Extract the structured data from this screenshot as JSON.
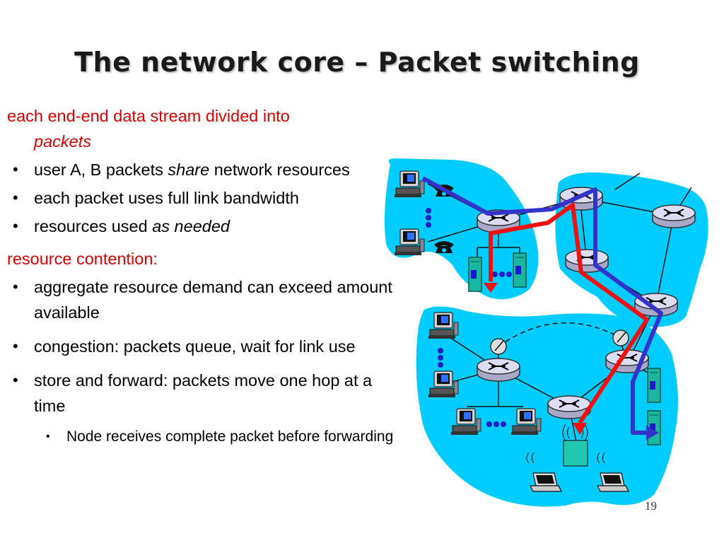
{
  "slide": {
    "title": "The network core – Packet switching",
    "page_number": "19"
  },
  "content": {
    "heading1_line1": "each end-end data stream divided into",
    "heading1_line2": "packets",
    "bullets1": [
      {
        "pre": "user A, B packets ",
        "em": "share",
        "post": " network resources"
      },
      {
        "pre": "each packet uses full link bandwidth",
        "em": "",
        "post": ""
      },
      {
        "pre": "resources used ",
        "em": "as needed",
        "post": ""
      }
    ],
    "heading2": "resource contention:",
    "bullets2": [
      "aggregate resource demand can exceed amount available",
      "congestion: packets queue, wait for link use",
      "store and forward: packets move one hop at a time"
    ],
    "sub_bullet": "Node receives complete packet before forwarding",
    "bullet_glyph": "•"
  },
  "diagram": {
    "cloud_color": "#00ccff",
    "router_color": "#d8d8f0",
    "path_a_color": "#ee1111",
    "path_b_color": "#3333cc",
    "server_color": "#18b8a0",
    "icons": [
      "workstation-icon",
      "telephone-icon",
      "router-icon",
      "server-icon",
      "laptop-icon",
      "satellite-dish-icon",
      "wireless-access-point-icon"
    ]
  }
}
